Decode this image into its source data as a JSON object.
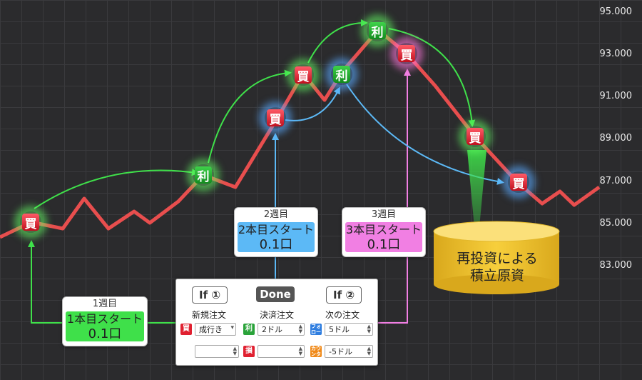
{
  "axis": {
    "ticks": [
      "95.000",
      "93.000",
      "91.000",
      "89.000",
      "87.000",
      "85.000",
      "83.000"
    ]
  },
  "badges": {
    "buy": "買",
    "take": "利"
  },
  "cards": {
    "week1": {
      "week": "1週目",
      "line1": "1本目スタート",
      "line2": "0.1口"
    },
    "week2": {
      "week": "2週目",
      "line1": "2本目スタート",
      "line2": "0.1口"
    },
    "week3": {
      "week": "3週目",
      "line1": "3本目スタート",
      "line2": "0.1口"
    }
  },
  "panel": {
    "if1": "If ①",
    "done": "Done",
    "if2": "If ②",
    "col1": "新規注文",
    "col2": "決済注文",
    "col3": "次の注文",
    "order_type": "成行き",
    "take_value": "2ドル",
    "follow_value": "5ドル",
    "counter_value": "-5ドル",
    "icon_buy": "買",
    "icon_take": "利",
    "icon_loss": "損",
    "icon_follow": "フォロー",
    "icon_counter": "カウンター"
  },
  "drum": {
    "line1": "再投資による",
    "line2": "積立原資"
  },
  "colors": {
    "price_line": "#e84e4e",
    "green": "#3fe04a",
    "blue": "#5cb9f6",
    "pink": "#f17fe3",
    "drum": "#f2c230"
  }
}
